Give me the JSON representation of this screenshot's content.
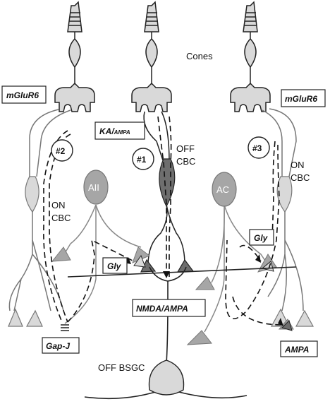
{
  "labels": {
    "cones": "Cones",
    "mglur6_left": "mGluR6",
    "mglur6_right": "mGluR6",
    "ka": "KA/",
    "ka_sub": "AMPA",
    "off_cbc": [
      "OFF",
      "CBC"
    ],
    "on_cbc_left": [
      "ON",
      "CBC"
    ],
    "on_cbc_right": [
      "ON",
      "CBC"
    ],
    "aii": "AII",
    "ac": "AC",
    "gly_left": "Gly",
    "gly_right": "Gly",
    "nmda_ampa": "NMDA/AMPA",
    "gap_j": "Gap-J",
    "ampa": "AMPA",
    "off_bsgc": "OFF BSGC",
    "pathway_1": "#1",
    "pathway_2": "#2",
    "pathway_3": "#3"
  },
  "colors": {
    "light_cell": "#d9d9d9",
    "mid_cell": "#a6a6a6",
    "dark_cell": "#6e6e6e",
    "outline": "#222222"
  }
}
